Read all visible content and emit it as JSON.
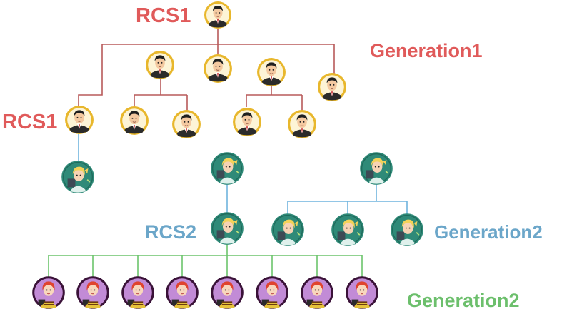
{
  "labels": {
    "rcs1_top": "RCS1",
    "rcs1_left": "RCS1",
    "rcs2": "RCS2",
    "generation1": "Generation1",
    "generation2_blue": "Generation2",
    "generation2_green": "Generation2"
  },
  "colors": {
    "red_label": "#e05a5a",
    "blue_label": "#6ba6c9",
    "green_label": "#6cbf6c",
    "red_line": "#b85a5a",
    "blue_line": "#6fb4de",
    "green_line": "#6cc46c",
    "gold_ring": "#e8b72c",
    "teal_disc": "#2f8a78",
    "purple_disc": "#3a1238"
  },
  "icons": {
    "businessman": "businessman-avatar-icon",
    "blond_worker": "blond-worker-avatar-icon",
    "redhead_worker": "redhead-worker-avatar-icon"
  }
}
